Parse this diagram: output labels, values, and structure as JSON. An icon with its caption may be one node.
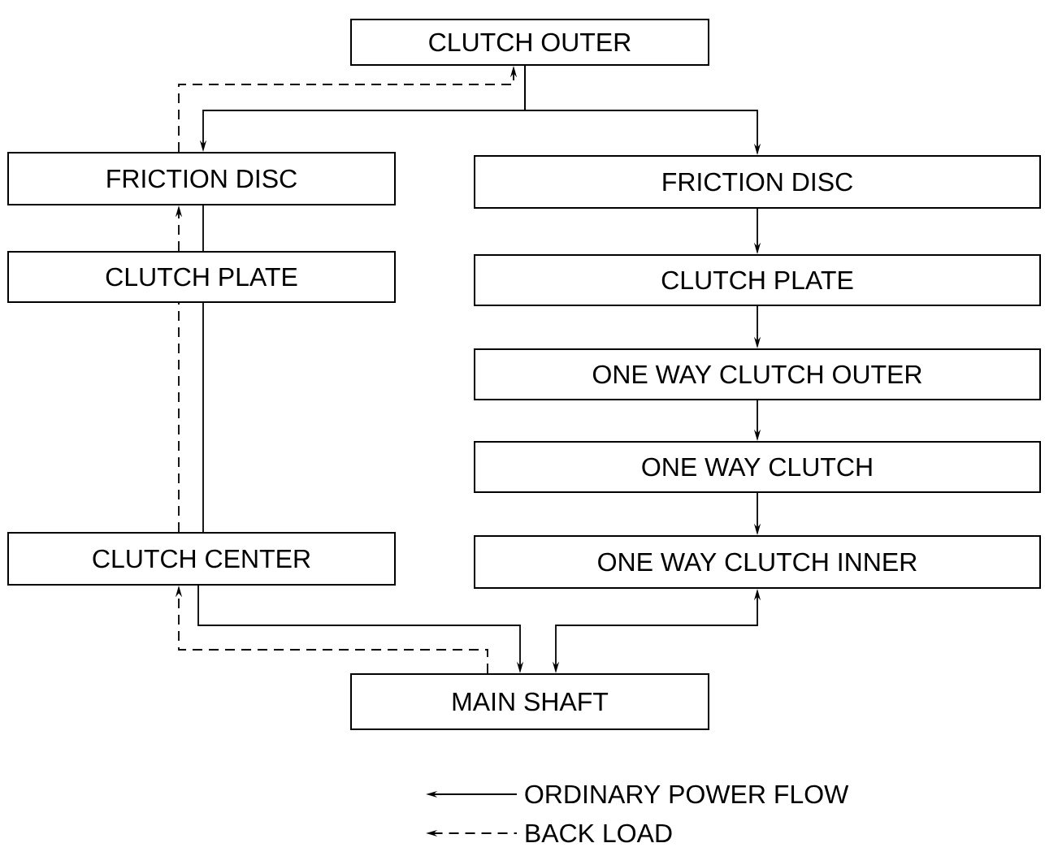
{
  "diagram": {
    "nodes": [
      {
        "text": [
          "CLUTCH OUTER"
        ]
      },
      {
        "text": [
          "FRICTION DISC"
        ]
      },
      {
        "text": [
          "FRICTION DISC"
        ]
      },
      {
        "text": [
          "CLUTCH PLATE"
        ]
      },
      {
        "text": [
          "CLUTCH PLATE"
        ]
      },
      {
        "text": [
          "ONE WAY CLUTCH OUTER"
        ]
      },
      {
        "text": [
          "ONE WAY CLUTCH"
        ]
      },
      {
        "text": [
          "CLUTCH CENTER"
        ]
      },
      {
        "text": [
          "ONE WAY CLUTCH INNER"
        ]
      },
      {
        "text": [
          "MAIN SHAFT"
        ]
      }
    ],
    "edges": [
      {
        "from": 0,
        "to": 1,
        "arrow": "to"
      },
      {
        "from": 0,
        "to": 2,
        "arrow": "to"
      },
      {
        "from": 2,
        "to": 4,
        "arrow": "to"
      },
      {
        "from": 4,
        "to": 5,
        "arrow": "to"
      },
      {
        "from": 5,
        "to": 6,
        "arrow": "to"
      },
      {
        "from": 6,
        "to": 8,
        "arrow": "to"
      },
      {
        "from": 1,
        "to": 3,
        "arrow": "none"
      },
      {
        "from": 3,
        "to": 7,
        "arrow": "none"
      },
      {
        "from": 7,
        "to": 9,
        "arrow": "to"
      },
      {
        "from": 8,
        "to": 9,
        "arrow": "both"
      },
      {
        "from": 9,
        "to": 7,
        "arrow": "to",
        "style": "dashed"
      },
      {
        "from": 7,
        "to": 3,
        "arrow": "none",
        "style": "dashed"
      },
      {
        "from": 3,
        "to": 1,
        "arrow": "to",
        "style": "dashed"
      },
      {
        "from": 1,
        "to": 0,
        "arrow": "to",
        "style": "dashed"
      }
    ],
    "legend": [
      {
        "text": "ORDINARY POWER FLOW"
      },
      {
        "text": "BACK LOAD"
      }
    ]
  }
}
